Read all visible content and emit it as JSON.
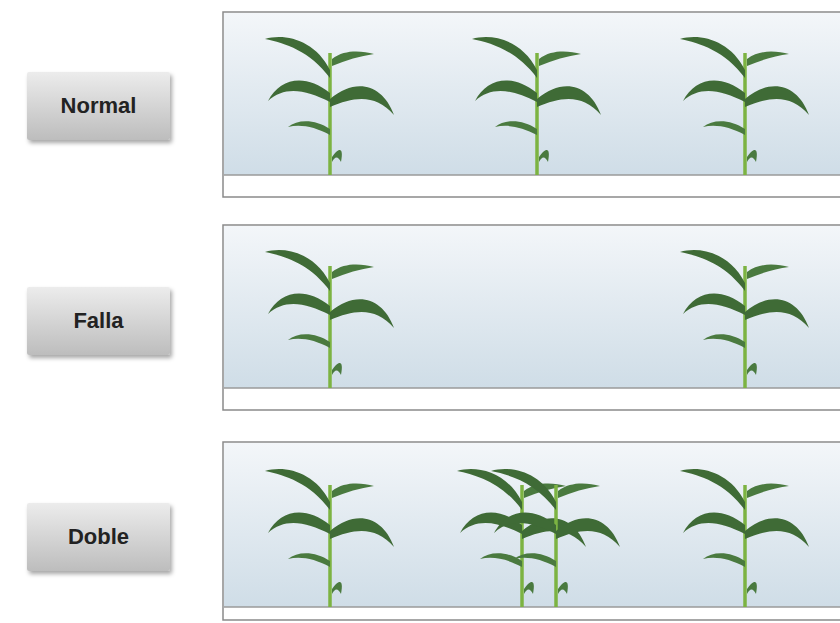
{
  "diagram": {
    "nodes": [
      {
        "text": [
          "Normal"
        ]
      },
      {
        "text": [
          "Falla"
        ]
      },
      {
        "text": [
          "Doble"
        ]
      }
    ]
  }
}
